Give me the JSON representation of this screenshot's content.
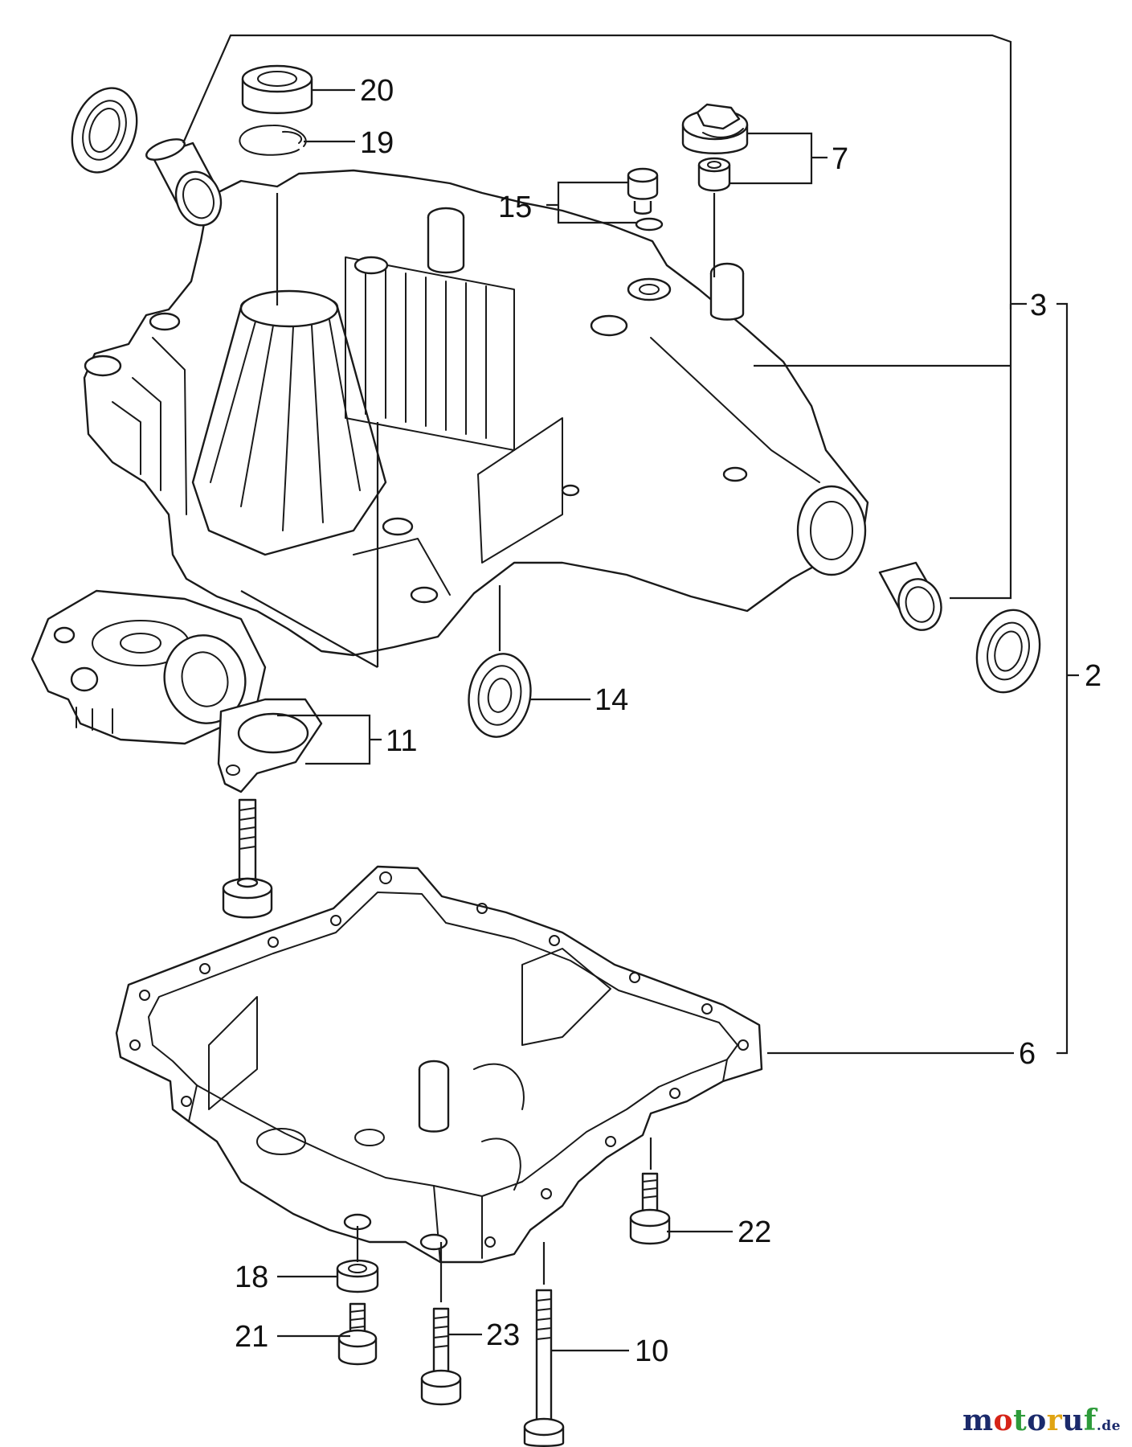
{
  "callouts": {
    "c20": "20",
    "c19": "19",
    "c7": "7",
    "c15": "15",
    "c3": "3",
    "c2": "2",
    "c14": "14",
    "c11": "11",
    "c6": "6",
    "c22": "22",
    "c18": "18",
    "c23": "23",
    "c21": "21",
    "c10": "10"
  },
  "watermark": {
    "letters": [
      {
        "ch": "m",
        "color": "#1b2a6b"
      },
      {
        "ch": "o",
        "color": "#d62418"
      },
      {
        "ch": "t",
        "color": "#2d9b3a"
      },
      {
        "ch": "o",
        "color": "#1b2a6b"
      },
      {
        "ch": "r",
        "color": "#e0a412"
      },
      {
        "ch": "u",
        "color": "#1b2a6b"
      },
      {
        "ch": "f",
        "color": "#2d9b3a"
      }
    ],
    "suffix": ".de"
  }
}
